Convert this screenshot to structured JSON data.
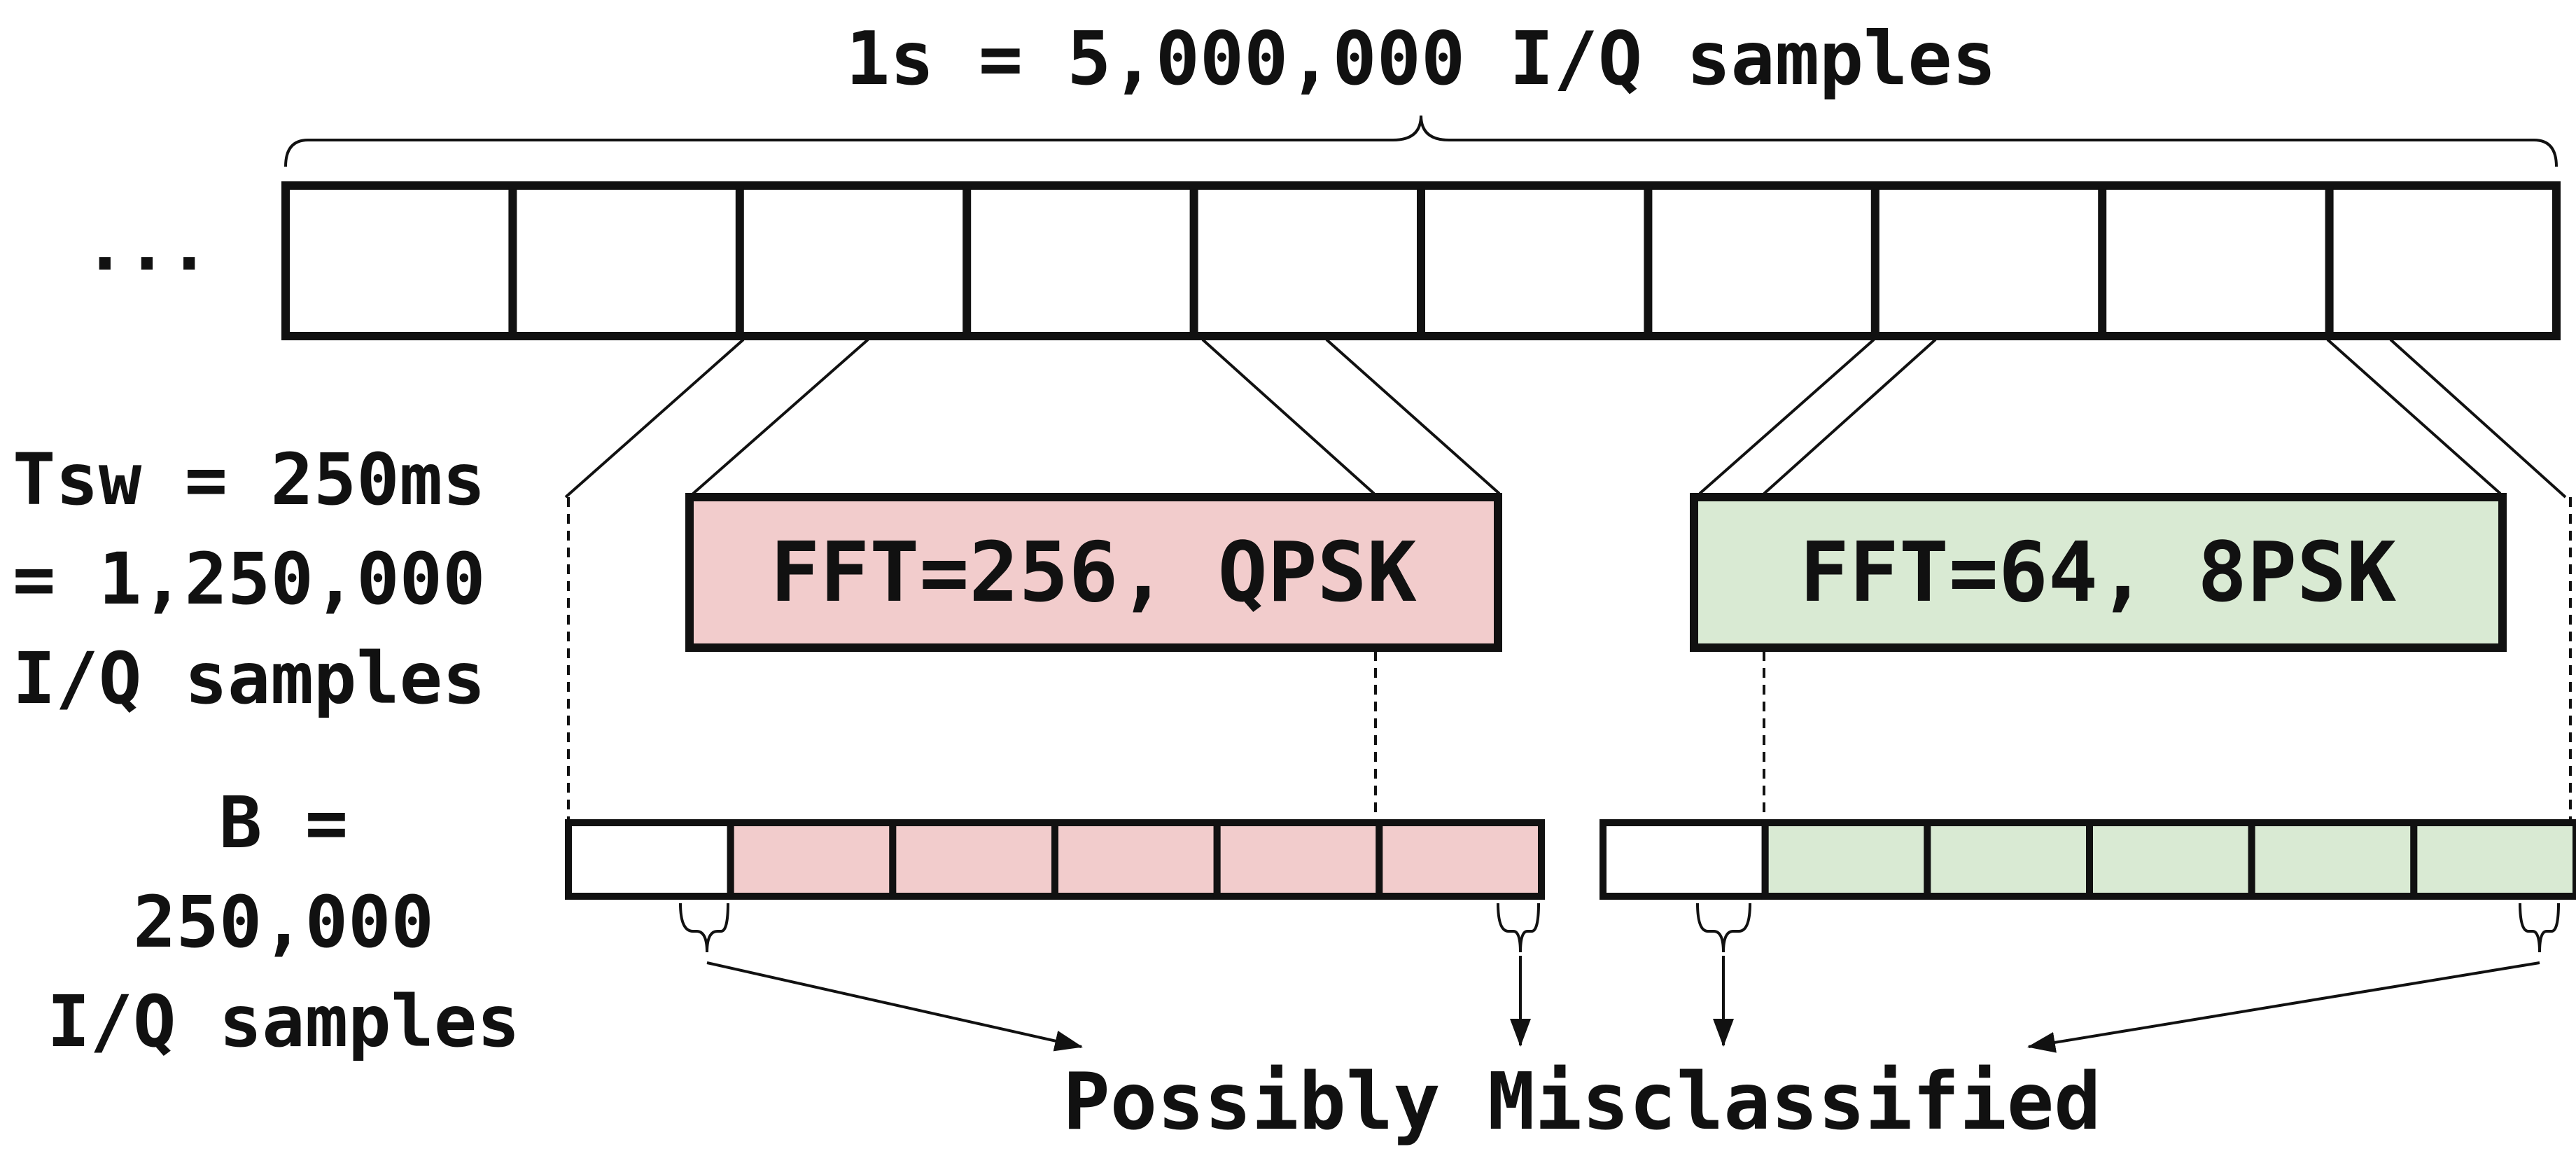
{
  "title": "1s = 5,000,000 I/Q samples",
  "ellipsis": "...",
  "window_label": [
    "Tsw = 250ms",
    "= 1,250,000",
    "I/Q samples"
  ],
  "batch_label": [
    "B =",
    "250,000",
    "I/Q samples"
  ],
  "window_left": {
    "label": "FFT=256, QPSK",
    "fill": "#f2cccc",
    "segments": 6,
    "leading_unfilled_segments": 1
  },
  "window_right": {
    "label": "FFT=64, 8PSK",
    "fill": "#d9ead3",
    "segments": 6,
    "leading_unfilled_segments": 1
  },
  "stream_segments": 10,
  "bottom_label": "Possibly Misclassified",
  "colors": {
    "line": "#111111",
    "background": "#ffffff"
  }
}
